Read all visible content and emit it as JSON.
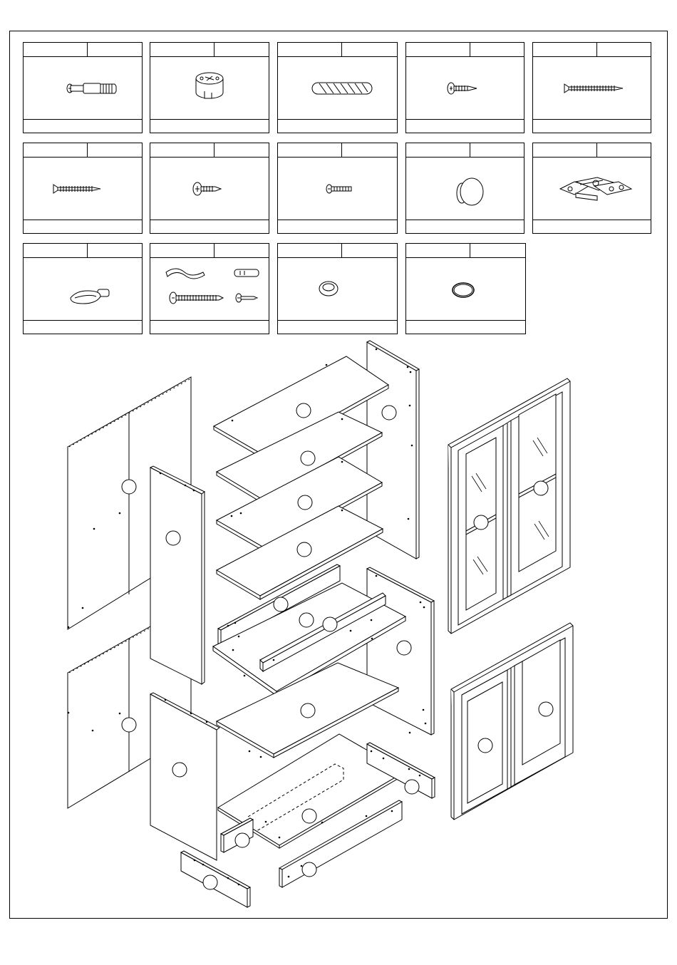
{
  "hardware": [
    {
      "id": "cam-bolt",
      "icon": "cam-bolt-icon",
      "letter": "",
      "qty": "",
      "note": ""
    },
    {
      "id": "cam-lock",
      "icon": "cam-lock-icon",
      "letter": "",
      "qty": "",
      "note": ""
    },
    {
      "id": "wood-dowel",
      "icon": "wood-dowel-icon",
      "letter": "",
      "qty": "",
      "note": ""
    },
    {
      "id": "short-screw",
      "icon": "short-screw-icon",
      "letter": "",
      "qty": "",
      "note": ""
    },
    {
      "id": "long-screw",
      "icon": "long-screw-icon",
      "letter": "",
      "qty": "",
      "note": ""
    },
    {
      "id": "medium-screw",
      "icon": "medium-screw-icon",
      "letter": "",
      "qty": "",
      "note": ""
    },
    {
      "id": "pan-screw",
      "icon": "pan-head-screw-icon",
      "letter": "",
      "qty": "",
      "note": ""
    },
    {
      "id": "machine-screw",
      "icon": "machine-screw-icon",
      "letter": "",
      "qty": "",
      "note": ""
    },
    {
      "id": "knob",
      "icon": "knob-icon",
      "letter": "",
      "qty": "",
      "note": ""
    },
    {
      "id": "hinge",
      "icon": "hinge-icon",
      "letter": "",
      "qty": "",
      "note": ""
    },
    {
      "id": "shelf-support",
      "icon": "shelf-support-icon",
      "letter": "",
      "qty": "",
      "note": ""
    },
    {
      "id": "wall-anchor-kit",
      "icon": "wall-anchor-kit-icon",
      "letter": "",
      "qty": "",
      "note": ""
    },
    {
      "id": "bumper",
      "icon": "bumper-icon",
      "letter": "",
      "qty": "",
      "note": ""
    },
    {
      "id": "ring",
      "icon": "ring-icon",
      "letter": "",
      "qty": "",
      "note": ""
    }
  ],
  "parts": [
    {
      "id": "back-panel-upper",
      "label": ""
    },
    {
      "id": "back-panel-lower",
      "label": ""
    },
    {
      "id": "side-panel-left-upper",
      "label": ""
    },
    {
      "id": "side-panel-left-lower",
      "label": ""
    },
    {
      "id": "top-panel",
      "label": ""
    },
    {
      "id": "shelf-1",
      "label": ""
    },
    {
      "id": "shelf-2",
      "label": ""
    },
    {
      "id": "shelf-3",
      "label": ""
    },
    {
      "id": "side-panel-right-upper",
      "label": ""
    },
    {
      "id": "side-panel-right-lower",
      "label": ""
    },
    {
      "id": "rail-upper",
      "label": ""
    },
    {
      "id": "middle-panel",
      "label": ""
    },
    {
      "id": "center-rail",
      "label": ""
    },
    {
      "id": "fixed-shelf",
      "label": ""
    },
    {
      "id": "bottom-panel",
      "label": ""
    },
    {
      "id": "rear-rail",
      "label": ""
    },
    {
      "id": "front-plinth",
      "label": ""
    },
    {
      "id": "plinth-left",
      "label": ""
    },
    {
      "id": "plinth-right",
      "label": ""
    },
    {
      "id": "glass-door-pair",
      "label": ""
    },
    {
      "id": "lower-door-left",
      "label": ""
    },
    {
      "id": "lower-door-right",
      "label": ""
    },
    {
      "id": "glass-door-left-marker",
      "label": ""
    }
  ]
}
